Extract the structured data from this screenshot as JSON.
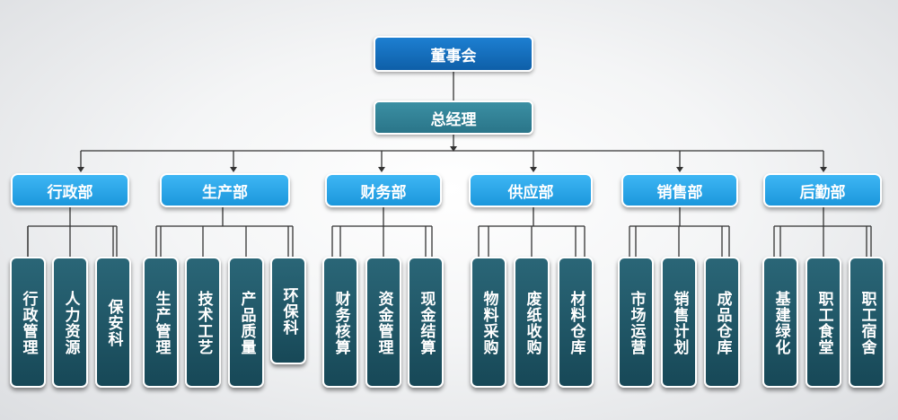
{
  "chairman": "董事会",
  "general_manager": "总经理",
  "departments": [
    {
      "name": "行政部",
      "units": [
        "行政管理",
        "人力资源",
        "保安科"
      ]
    },
    {
      "name": "生产部",
      "units": [
        "生产管理",
        "技术工艺",
        "产品质量",
        "环保科"
      ]
    },
    {
      "name": "财务部",
      "units": [
        "财务核算",
        "资金管理",
        "现金结算"
      ]
    },
    {
      "name": "供应部",
      "units": [
        "物料采购",
        "废纸收购",
        "材料仓库"
      ]
    },
    {
      "name": "销售部",
      "units": [
        "市场运营",
        "销售计划",
        "成品仓库"
      ]
    },
    {
      "name": "后勤部",
      "units": [
        "基建绿化",
        "职工食堂",
        "职工宿舍"
      ]
    }
  ],
  "colors": {
    "chairman": "#1471c4",
    "general_manager": "#2f7f93",
    "department": "#2aa8ea",
    "unit": "#1f5a6b",
    "line": "#333333"
  }
}
